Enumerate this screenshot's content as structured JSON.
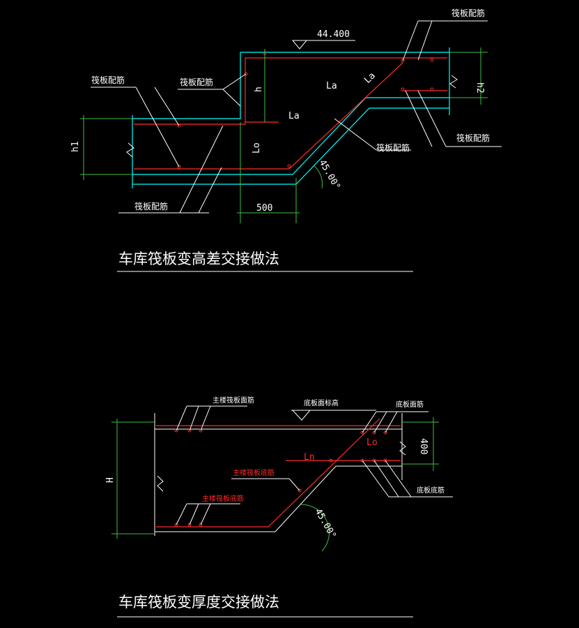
{
  "diagram1": {
    "title": "车库筏板变高差交接做法",
    "elevation": "44.400",
    "labels": {
      "top_right": "筏板配筋",
      "left_upper": "筏板配筋",
      "mid_upper": "筏板配筋",
      "right_lower": "筏板配筋",
      "mid_lower": "筏板配筋",
      "bottom_left": "筏板配筋"
    },
    "dims": {
      "h1": "h1",
      "h2": "h2",
      "h": "h",
      "la1": "La",
      "la2": "La",
      "la_diag": "La",
      "lo": "Lo",
      "width": "500",
      "angle": "45.00°"
    }
  },
  "diagram2": {
    "title": "车库筏板变厚度交接做法",
    "labels": {
      "top_left": "主楼筏板面筋",
      "top_mid": "底板面标高",
      "top_right": "底板面筋",
      "mid_red": "主楼筏板底筋",
      "lower_red": "主楼筏板底筋",
      "right_lower": "底板底筋"
    },
    "dims": {
      "H": "H",
      "d400": "400",
      "ln": "Ln",
      "lo": "Lo",
      "angle": "45.00°"
    }
  },
  "colors": {
    "cyan": "#00ffff",
    "red": "#ff2a2a",
    "green": "#3fbf3f",
    "white": "#ffffff",
    "background": "#000000"
  }
}
